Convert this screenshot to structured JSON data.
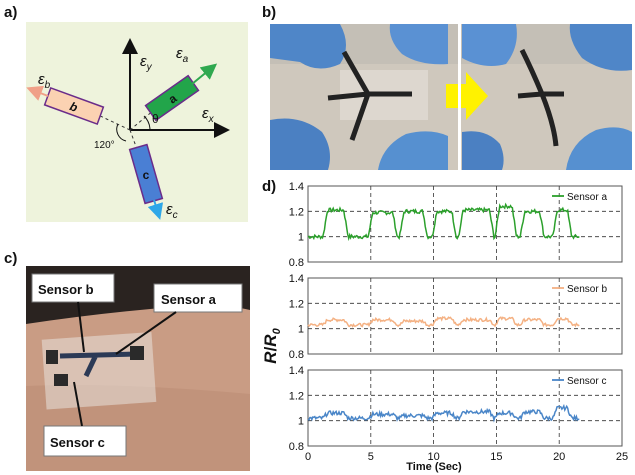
{
  "panels": {
    "a": {
      "label": "a)",
      "axes": {
        "ey": "ε",
        "ey_sub": "y",
        "ex": "ε",
        "ex_sub": "x",
        "ea": "ε",
        "ea_sub": "a",
        "eb": "ε",
        "eb_sub": "b",
        "ec": "ε",
        "ec_sub": "c"
      },
      "sensor_letters": {
        "a": "a",
        "b": "b",
        "c": "c"
      },
      "theta": "θ",
      "angle": "120°",
      "colors": {
        "background": "#eef3dc",
        "sensor_a": "#22a54a",
        "sensor_b": "#fbd2b2",
        "sensor_c": "#4a7fd4",
        "arrow_a": "#2fa84f",
        "arrow_b": "#f0a088",
        "arrow_c": "#2ea7e8"
      }
    },
    "b": {
      "label": "b)",
      "colors": {
        "glove": "#4f86c8",
        "arrow": "#fff200",
        "bench": "#c9c2b6"
      }
    },
    "c": {
      "label": "c)",
      "callouts": {
        "sensor_a": "Sensor a",
        "sensor_b": "Sensor b",
        "sensor_c": "Sensor c"
      },
      "colors": {
        "skin": "#c99c84",
        "background": "#2a2320"
      }
    },
    "d": {
      "label": "d)"
    }
  },
  "chart_data": {
    "type": "line",
    "ylabel_main": "R",
    "ylabel_sub": "0",
    "xlabel": "Time (Sec)",
    "x_ticks": [
      0,
      5,
      10,
      15,
      20,
      25
    ],
    "xlim": [
      0,
      25
    ],
    "subplots": [
      {
        "name": "Sensor a",
        "color": "#2ca02c",
        "ylim": [
          0.8,
          1.4
        ],
        "y_ticks": [
          0.8,
          1,
          1.2,
          1.4
        ],
        "y_tick_labels": [
          "0.8",
          "1",
          "1.2",
          "1.4"
        ],
        "low": 1.0,
        "high": 1.2,
        "highs": [
          [
            1.2,
            3.2,
            1.21
          ],
          [
            4.8,
            7.1,
            1.19
          ],
          [
            7.3,
            9.5,
            1.2
          ],
          [
            9.9,
            11.8,
            1.2
          ],
          [
            12.0,
            14.8,
            1.21
          ],
          [
            14.9,
            16.6,
            1.24
          ],
          [
            16.9,
            18.8,
            1.2
          ],
          [
            19.5,
            21.0,
            1.21
          ]
        ],
        "noise": 0.015
      },
      {
        "name": "Sensor b",
        "color": "#f4b183",
        "ylim": [
          0.8,
          1.4
        ],
        "y_ticks": [
          0.8,
          1,
          1.2,
          1.4
        ],
        "y_tick_labels": [
          "0.8",
          "1",
          "1.2",
          "1.4"
        ],
        "low": 1.03,
        "high": 1.07,
        "highs": [
          [
            1.2,
            3.2,
            1.07
          ],
          [
            4.8,
            7.1,
            1.07
          ],
          [
            7.3,
            9.5,
            1.06
          ],
          [
            9.9,
            11.8,
            1.08
          ],
          [
            12.0,
            14.8,
            1.07
          ],
          [
            14.9,
            16.6,
            1.08
          ],
          [
            16.9,
            18.8,
            1.07
          ],
          [
            19.5,
            21.0,
            1.08
          ]
        ],
        "noise": 0.012
      },
      {
        "name": "Sensor c",
        "color": "#4a86c8",
        "ylim": [
          0.8,
          1.4
        ],
        "y_ticks": [
          0.8,
          1,
          1.2,
          1.4
        ],
        "y_tick_labels": [
          "0.8",
          "1",
          "1.2",
          "1.4"
        ],
        "low": 1.02,
        "high": 1.07,
        "highs": [
          [
            1.2,
            3.2,
            1.06
          ],
          [
            4.8,
            7.1,
            1.05
          ],
          [
            7.3,
            9.5,
            1.04
          ],
          [
            9.9,
            11.8,
            1.06
          ],
          [
            12.0,
            14.8,
            1.07
          ],
          [
            14.9,
            16.6,
            1.06
          ],
          [
            16.9,
            18.8,
            1.07
          ],
          [
            19.5,
            21.0,
            1.1
          ]
        ],
        "noise": 0.016
      }
    ],
    "t_end": 21.6,
    "samples": 280,
    "grid": "dashed",
    "legend": "top-right"
  }
}
